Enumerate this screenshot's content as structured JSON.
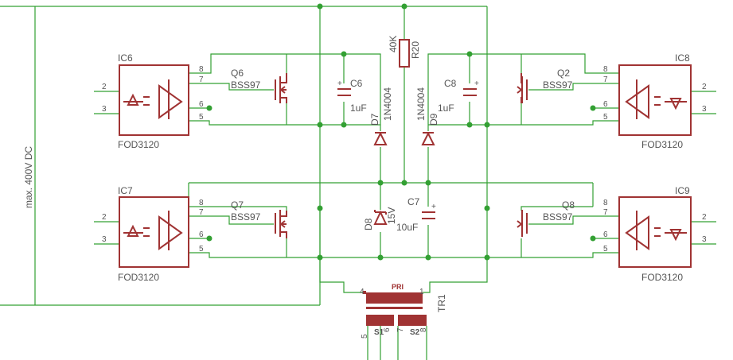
{
  "schematic": {
    "supply_label": "max. 400V DC",
    "optocouplers": [
      {
        "name": "IC6",
        "part": "FOD3120",
        "in_pins": [
          "2",
          "3"
        ],
        "out_pins": [
          "8",
          "7",
          "6",
          "5"
        ]
      },
      {
        "name": "IC7",
        "part": "FOD3120",
        "in_pins": [
          "2",
          "3"
        ],
        "out_pins": [
          "8",
          "7",
          "6",
          "5"
        ]
      },
      {
        "name": "IC8",
        "part": "FOD3120",
        "in_pins": [
          "2",
          "3"
        ],
        "out_pins": [
          "8",
          "7",
          "6",
          "5"
        ]
      },
      {
        "name": "IC9",
        "part": "FOD3120",
        "in_pins": [
          "2",
          "3"
        ],
        "out_pins": [
          "8",
          "7",
          "6",
          "5"
        ]
      }
    ],
    "transistors": [
      {
        "name": "Q6",
        "part": "BSS97"
      },
      {
        "name": "Q7",
        "part": "BSS97"
      },
      {
        "name": "Q2",
        "part": "BSS97"
      },
      {
        "name": "Q8",
        "part": "BSS97"
      }
    ],
    "capacitors": [
      {
        "name": "C6",
        "value": "1uF"
      },
      {
        "name": "C8",
        "value": "1uF"
      },
      {
        "name": "C7",
        "value": "10uF"
      }
    ],
    "diodes": [
      {
        "name": "D7",
        "part": "1N4004"
      },
      {
        "name": "D9",
        "part": "1N4004"
      },
      {
        "name": "D8",
        "part": "15V"
      }
    ],
    "resistor": {
      "name": "R20",
      "value": "40K"
    },
    "transformer": {
      "name": "TR1",
      "primary_label": "PRI",
      "secondary_labels": [
        "S1",
        "S2"
      ],
      "pins": [
        "4",
        "1",
        "5",
        "6",
        "7",
        "8"
      ]
    }
  }
}
